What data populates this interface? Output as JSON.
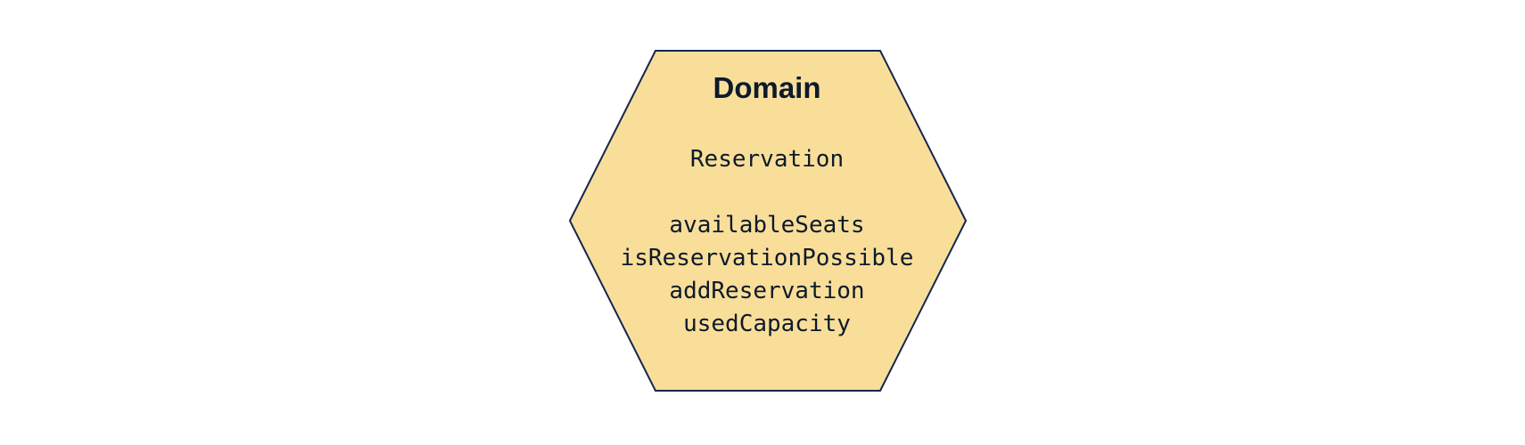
{
  "domain_hexagon": {
    "title": "Domain",
    "entity": "Reservation",
    "members": [
      "availableSeats",
      "isReservationPossible",
      "addReservation",
      "usedCapacity"
    ]
  },
  "colors": {
    "fill": "#F9DE99",
    "stroke": "#15264E",
    "text": "#0D1A2B"
  }
}
